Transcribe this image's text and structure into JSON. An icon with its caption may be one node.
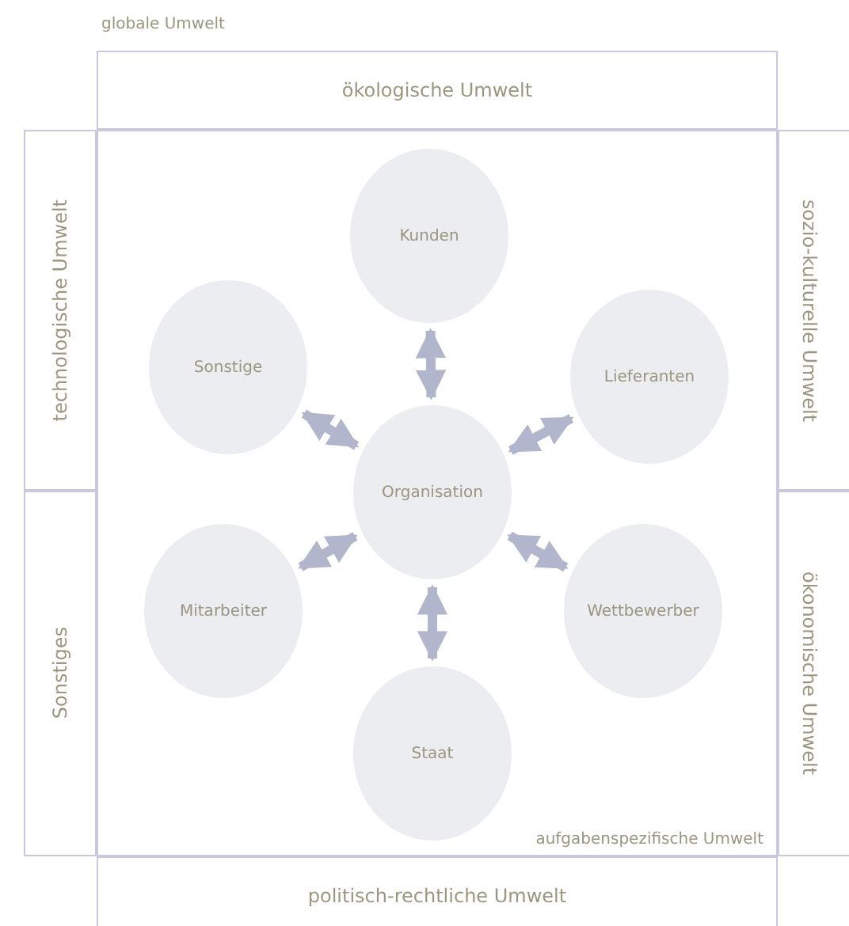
{
  "diagram": {
    "nodes": [
      {
        "text": [
          "ökologische Umwelt"
        ]
      },
      {
        "text": [
          "technologische Umwelt"
        ]
      },
      {
        "text": [
          "aufgabenspezifische Umwelt"
        ]
      },
      {
        "text": [
          "Kunden"
        ],
        "in": 2
      },
      {
        "text": [
          "Sonstige"
        ],
        "in": 2
      },
      {
        "text": [
          "Lieferanten"
        ],
        "in": 2
      },
      {
        "text": [
          "Organisation"
        ],
        "in": 2
      },
      {
        "text": [
          "Mitarbeiter"
        ],
        "in": 2
      },
      {
        "text": [
          "Wettbewerber"
        ],
        "in": 2
      },
      {
        "text": [
          "Staat"
        ],
        "in": 2
      },
      {
        "text": [
          "sozio-kulturelle Umwelt"
        ]
      },
      {
        "text": [
          "Sonstiges"
        ]
      },
      {
        "text": [
          "ökonomische Umwelt"
        ]
      },
      {
        "text": [
          "politisch-rechtliche Umwelt"
        ]
      }
    ],
    "edges": [
      {
        "from": 6,
        "to": 3,
        "arrow": "both"
      },
      {
        "from": 6,
        "to": 4,
        "arrow": "both"
      },
      {
        "from": 6,
        "to": 5,
        "arrow": "both"
      },
      {
        "from": 6,
        "to": 7,
        "arrow": "both"
      },
      {
        "from": 6,
        "to": 8,
        "arrow": "both"
      },
      {
        "from": 6,
        "to": 9,
        "arrow": "both"
      }
    ],
    "labels": [
      "globale Umwelt"
    ]
  }
}
